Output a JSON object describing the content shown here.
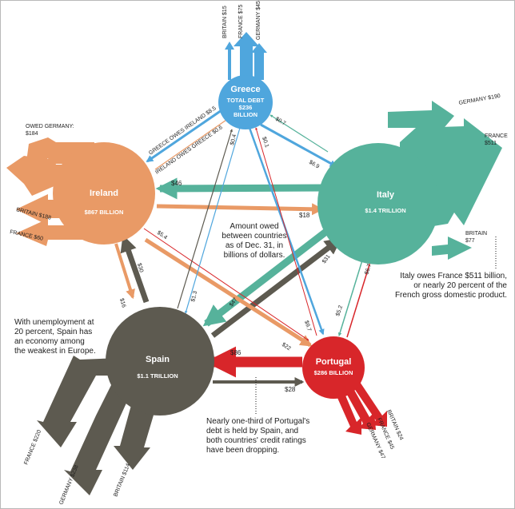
{
  "countries": {
    "greece": {
      "name": "Greece",
      "debt_line1": "TOTAL DEBT",
      "debt_line2": "$236",
      "debt_line3": "BILLION",
      "color": "#4fa6dd"
    },
    "ireland": {
      "name": "Ireland",
      "debt": "$867 BILLION",
      "color": "#e99a66"
    },
    "italy": {
      "name": "Italy",
      "debt": "$1.4 TRILLION",
      "color": "#56b29b"
    },
    "spain": {
      "name": "Spain",
      "debt": "$1.1 TRILLION",
      "color": "#5d5a50"
    },
    "portugal": {
      "name": "Portugal",
      "debt": "$286 BILLION",
      "color": "#d8262a"
    }
  },
  "external_flows": {
    "greece_britain": "BRITAIN $15",
    "greece_france": "FRANCE $75",
    "greece_germany": "GERMANY $45",
    "ireland_germany_l1": "OWED GERMANY:",
    "ireland_germany_l2": "$184",
    "ireland_britain_l1": "BRITAIN $188",
    "ireland_france": "FRANCE $60",
    "italy_germany": "GERMANY $190",
    "italy_france_l1": "FRANCE",
    "italy_france_l2": "$511",
    "italy_britain_l1": "BRITAIN",
    "italy_britain_l2": "$77",
    "spain_france": "FRANCE $220",
    "spain_germany": "GERMANY $238",
    "spain_britain": "BRITAIN $114",
    "portugal_britain": "BRITAIN $24",
    "portugal_france": "FRANCE $45",
    "portugal_germany": "GERMANY $47"
  },
  "inter_flows": {
    "greece_owes_ireland": "GREECE OWES IRELAND $8.5",
    "ireland_owes_greece": "IRELAND OWES GREECE $0.6",
    "italy_greece": "$0.7",
    "greece_italy": "$6.9",
    "greece_spain": "$0.4",
    "spain_greece": "$1.3",
    "greece_portugal_a": "$0.1",
    "greece_portugal_b": "$9.7",
    "italy_ireland": "$46",
    "ireland_italy": "$18",
    "ireland_portugal": "$5.4",
    "spain_ireland": "$30",
    "ireland_spain": "$16",
    "italy_spain": "$31",
    "spain_italy": "$47",
    "portugal_italy": "$6.7",
    "italy_portugal": "$5.2",
    "portugal_spain": "$86",
    "spain_portugal": "$28",
    "ireland_portugal_b": "$22"
  },
  "annotations": {
    "amount_owed": [
      "Amount owed",
      "between countries",
      "as of Dec. 31, in",
      "billions of dollars."
    ],
    "spain_note": [
      "With unemployment at",
      "20 percent, Spain has",
      "an economy among",
      "the weakest in Europe."
    ],
    "italy_note": [
      "Italy owes France $511 billion,",
      "or nearly 20 percent of the",
      "French gross domestic product."
    ],
    "portugal_note": [
      "Nearly one-third of Portugal's",
      "debt is held by Spain, and",
      "both countries' credit ratings",
      "have been dropping."
    ]
  }
}
